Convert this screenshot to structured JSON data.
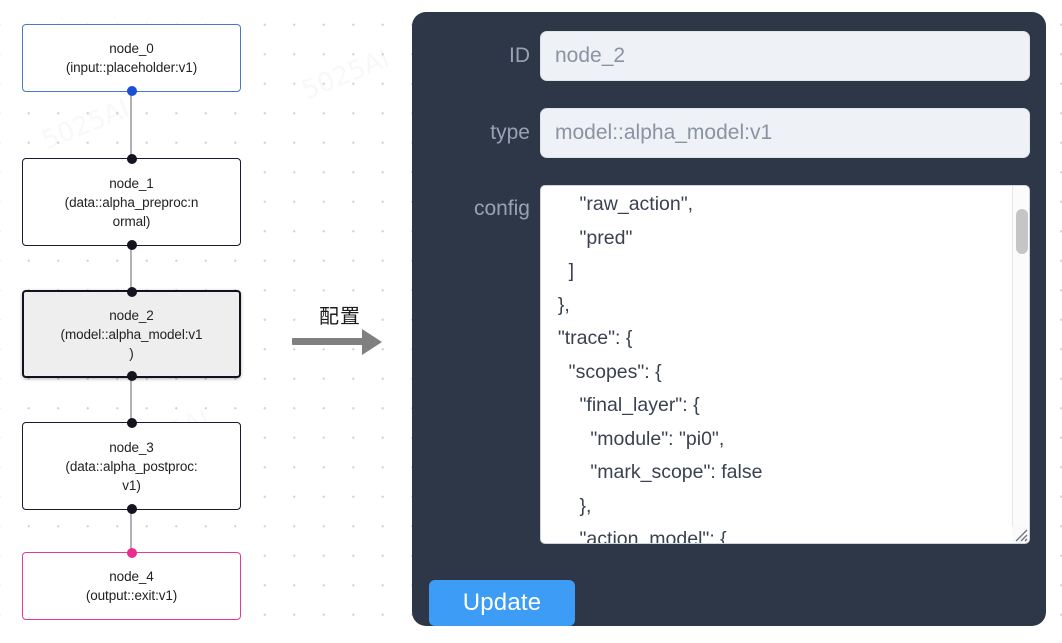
{
  "canvas": {
    "grid": "dotted",
    "background_color": "#ffffff",
    "dot_color": "#d0d0d8"
  },
  "graph": {
    "nodes": [
      {
        "id": "node_0",
        "title": "node_0",
        "subtitle": "(input::placeholder:v1)",
        "variant": "input",
        "border_color": "#4a78c8",
        "fill": "#ffffff",
        "handle_color": "#1a4fd6",
        "selected": false
      },
      {
        "id": "node_1",
        "title": "node_1",
        "subtitle": "(data::alpha_preproc:n\normal)",
        "variant": "default",
        "border_color": "#1a1a2e",
        "fill": "#ffffff",
        "handle_color": "#141420",
        "selected": false
      },
      {
        "id": "node_2",
        "title": "node_2",
        "subtitle": "(model::alpha_model:v1\n)",
        "variant": "selected",
        "border_color": "#12121e",
        "fill": "#eeeeee",
        "handle_color": "#141420",
        "selected": true
      },
      {
        "id": "node_3",
        "title": "node_3",
        "subtitle": "(data::alpha_postproc:\nv1)",
        "variant": "default",
        "border_color": "#1a1a2e",
        "fill": "#ffffff",
        "handle_color": "#141420",
        "selected": false
      },
      {
        "id": "node_4",
        "title": "node_4",
        "subtitle": "(output::exit:v1)",
        "variant": "output",
        "border_color": "#e5399a",
        "fill": "#ffffff",
        "handle_color": "#ec2d8f",
        "selected": false
      }
    ],
    "edges": [
      {
        "from": "node_0",
        "to": "node_1"
      },
      {
        "from": "node_1",
        "to": "node_2"
      },
      {
        "from": "node_2",
        "to": "node_3"
      },
      {
        "from": "node_3",
        "to": "node_4"
      }
    ]
  },
  "transition": {
    "label": "配置",
    "arrow_color": "#808080",
    "direction": "right"
  },
  "panel": {
    "background_color": "#2d3748",
    "accent_color": "#3d9cf5",
    "fields": [
      {
        "key": "id",
        "label": "ID",
        "value": "node_2"
      },
      {
        "key": "type",
        "label": "type",
        "value": "model::alpha_model:v1"
      },
      {
        "key": "config",
        "label": "config",
        "value": "      \"raw_action\",\n      \"pred\"\n    ]\n  },\n  \"trace\": {\n    \"scopes\": {\n      \"final_layer\": {\n        \"module\": \"pi0\",\n        \"mark_scope\": false\n      },\n      \"action_model\": {"
      }
    ],
    "update_button_label": "Update",
    "scrollbar": {
      "visible": true,
      "thumb_color": "#c5c5c5"
    },
    "resize_handle": true
  },
  "watermarks": [
    "5025AI",
    "5025AI",
    "5025AI",
    "5025AI",
    "5025AI",
    "5025AI"
  ]
}
